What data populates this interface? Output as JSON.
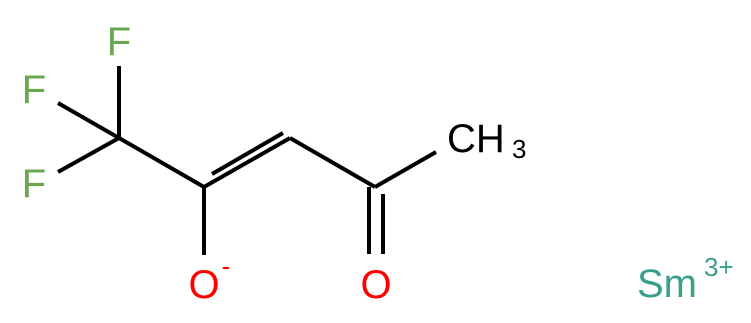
{
  "molecule": {
    "atoms": {
      "f_top": "F",
      "f_left": "F",
      "f_bottom": "F",
      "oxygen_anion": "O",
      "oxygen_anion_charge": "-",
      "oxygen_carbonyl": "O",
      "methyl_c": "CH",
      "methyl_subscript": "3",
      "samarium": "Sm",
      "samarium_charge": "3+"
    },
    "colors": {
      "bond": "#000000",
      "fluorine": "#6aa84f",
      "oxygen": "#ff0000",
      "carbon": "#000000",
      "samarium": "#38a088"
    }
  }
}
